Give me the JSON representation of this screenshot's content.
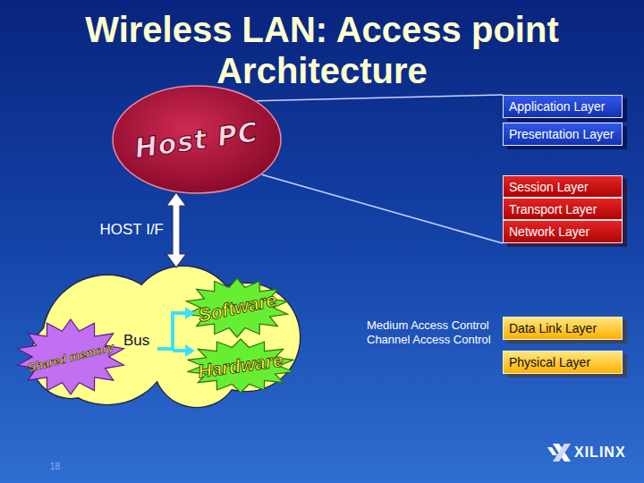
{
  "diagram": {
    "title": "Wireless LAN: Access point Architecture",
    "nodes": [
      {
        "text": [
          "Host PC"
        ]
      },
      {
        "text": [
          "Application Layer"
        ]
      },
      {
        "text": [
          "Presentation Layer"
        ]
      },
      {
        "text": [
          "Session Layer"
        ]
      },
      {
        "text": [
          "Transport Layer"
        ]
      },
      {
        "text": [
          "Network Layer"
        ]
      },
      {
        "text": [
          "Bus"
        ]
      },
      {
        "text": [
          "Shared memory"
        ],
        "in": 6
      },
      {
        "text": [
          "Software"
        ],
        "in": 6
      },
      {
        "text": [
          "Hardware"
        ],
        "in": 6
      },
      {
        "text": [
          "Data Link Layer"
        ]
      },
      {
        "text": [
          "Physical Layer"
        ]
      }
    ],
    "edges": [
      {
        "from": 0,
        "to": 1,
        "arrow": "none"
      },
      {
        "from": 0,
        "to": 5,
        "arrow": "none"
      },
      {
        "from": 0,
        "to": 6,
        "label": "HOST I/F",
        "arrow": "both"
      }
    ],
    "labels": [
      "Medium Access Control",
      "Channel Access Control",
      "XILINX",
      "18"
    ]
  }
}
